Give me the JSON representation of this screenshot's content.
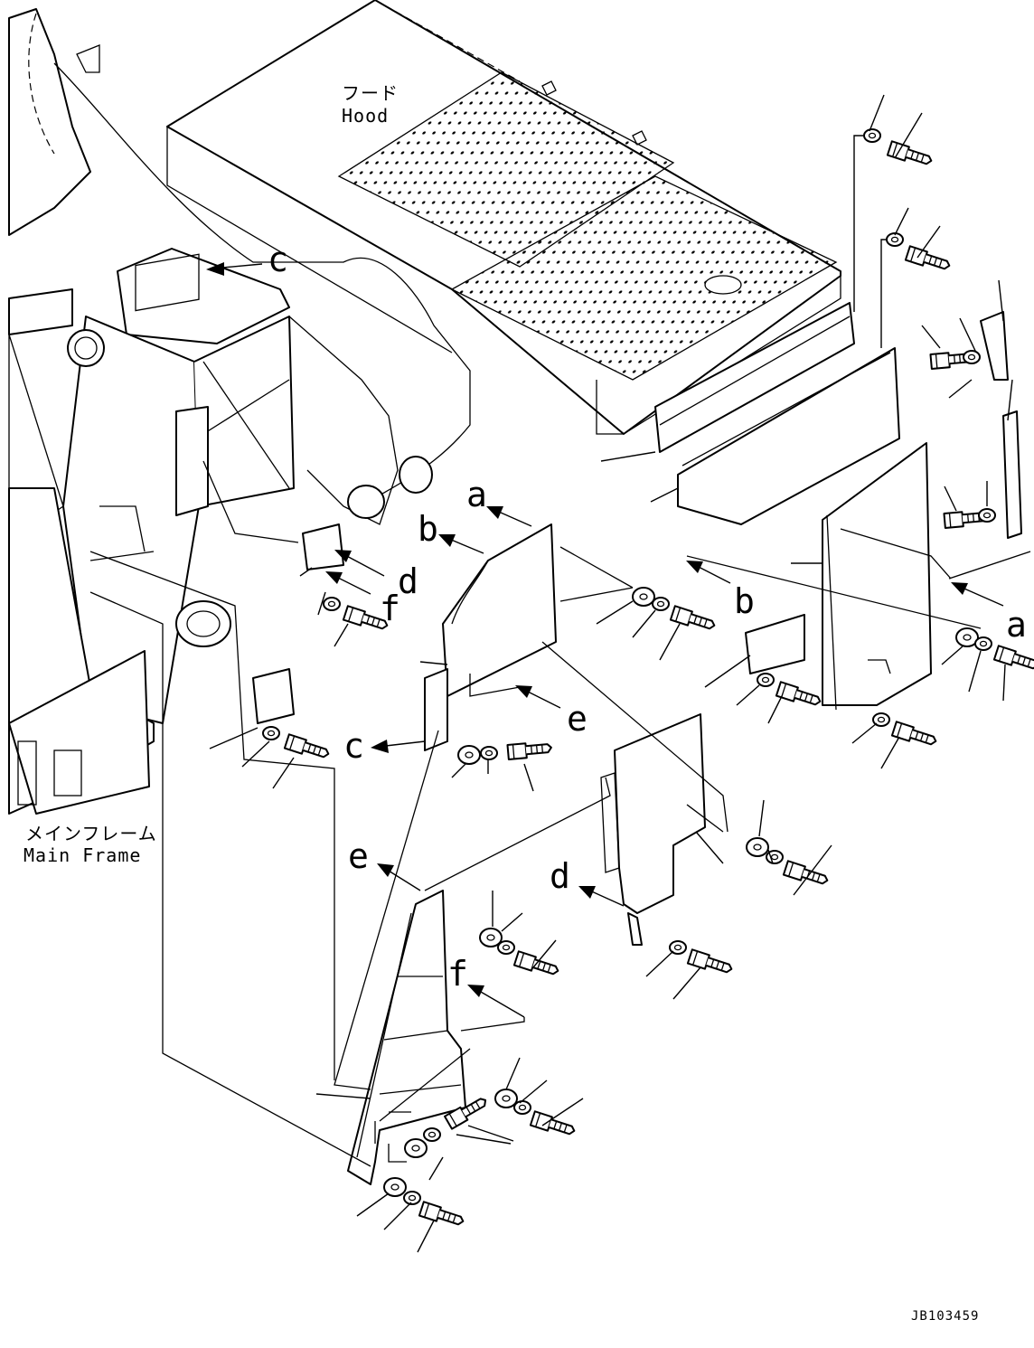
{
  "hood": {
    "label_ja": "フード",
    "label_en": "Hood"
  },
  "main_frame": {
    "label_ja": "メインフレーム",
    "label_en": "Main Frame"
  },
  "reference_letters": {
    "c_top": "c",
    "a_upper": "a",
    "b_upper": "b",
    "d_upper": "d",
    "f_upper": "f",
    "b_lower": "b",
    "a_lower": "a",
    "e_upper": "e",
    "c_lower": "c",
    "e_lower": "e",
    "d_lower": "d",
    "f_lower": "f"
  },
  "drawing_number": "JB103459"
}
